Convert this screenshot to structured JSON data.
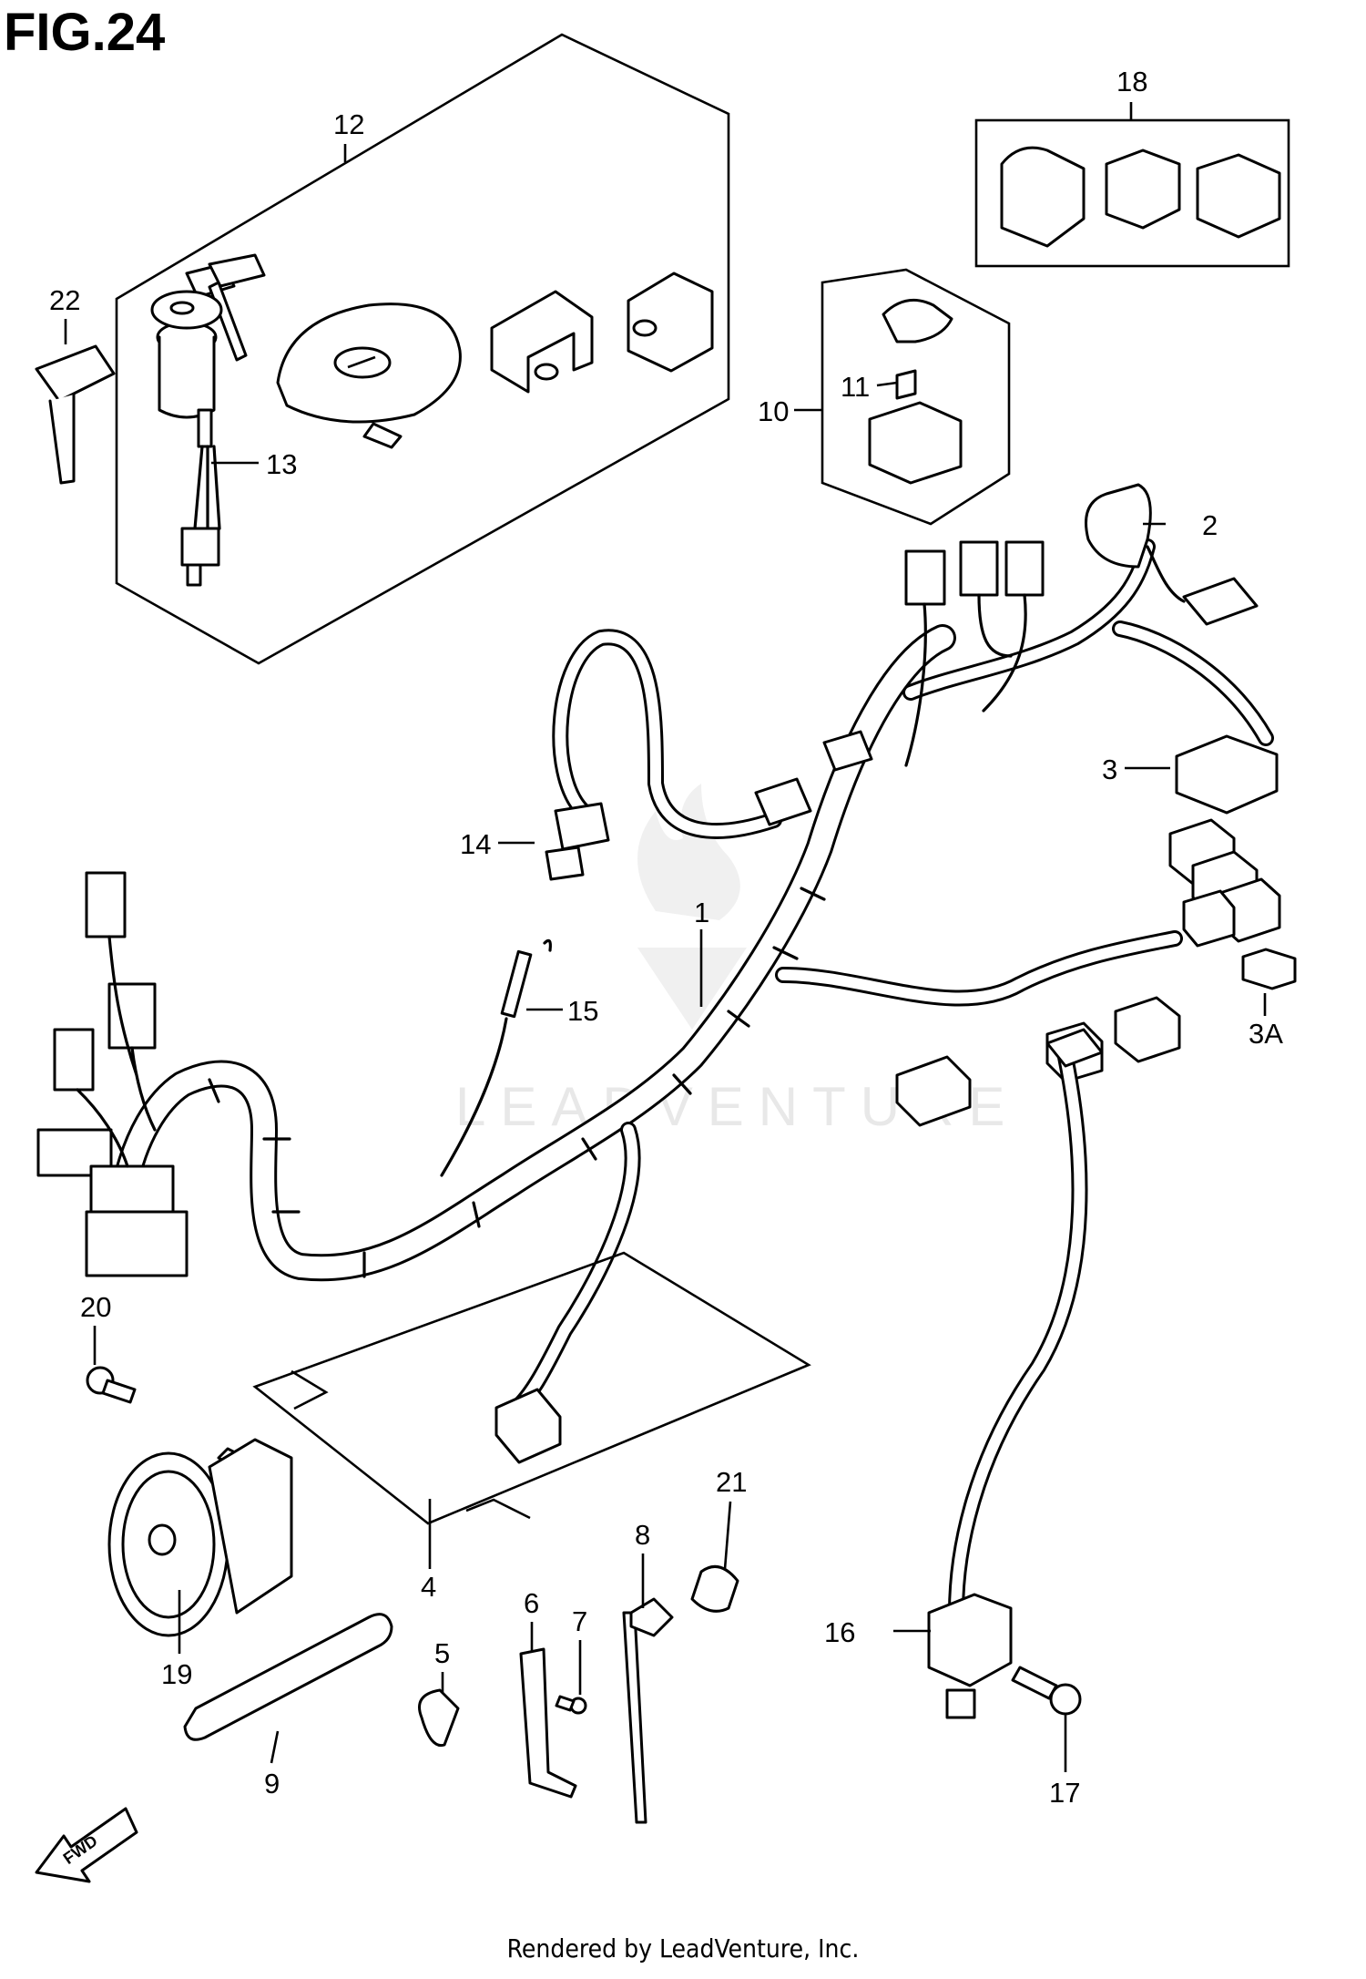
{
  "figure": {
    "title": "FIG.24",
    "watermark_text": "LEADVENTURE",
    "footer": "Rendered by LeadVenture, Inc."
  },
  "callouts": [
    {
      "id": "c1",
      "label": "1"
    },
    {
      "id": "c2",
      "label": "2"
    },
    {
      "id": "c3",
      "label": "3"
    },
    {
      "id": "c3a",
      "label": "3A"
    },
    {
      "id": "c4",
      "label": "4"
    },
    {
      "id": "c5",
      "label": "5"
    },
    {
      "id": "c6",
      "label": "6"
    },
    {
      "id": "c7",
      "label": "7"
    },
    {
      "id": "c8",
      "label": "8"
    },
    {
      "id": "c9",
      "label": "9"
    },
    {
      "id": "c10",
      "label": "10"
    },
    {
      "id": "c11",
      "label": "11"
    },
    {
      "id": "c12",
      "label": "12"
    },
    {
      "id": "c13",
      "label": "13"
    },
    {
      "id": "c14",
      "label": "14"
    },
    {
      "id": "c15",
      "label": "15"
    },
    {
      "id": "c16",
      "label": "16"
    },
    {
      "id": "c17",
      "label": "17"
    },
    {
      "id": "c18",
      "label": "18"
    },
    {
      "id": "c19",
      "label": "19"
    },
    {
      "id": "c20",
      "label": "20"
    },
    {
      "id": "c21",
      "label": "21"
    },
    {
      "id": "c22",
      "label": "22"
    }
  ],
  "icons": {
    "fwd_arrow": "fwd-arrow-icon",
    "fwd_text": "FWD"
  }
}
